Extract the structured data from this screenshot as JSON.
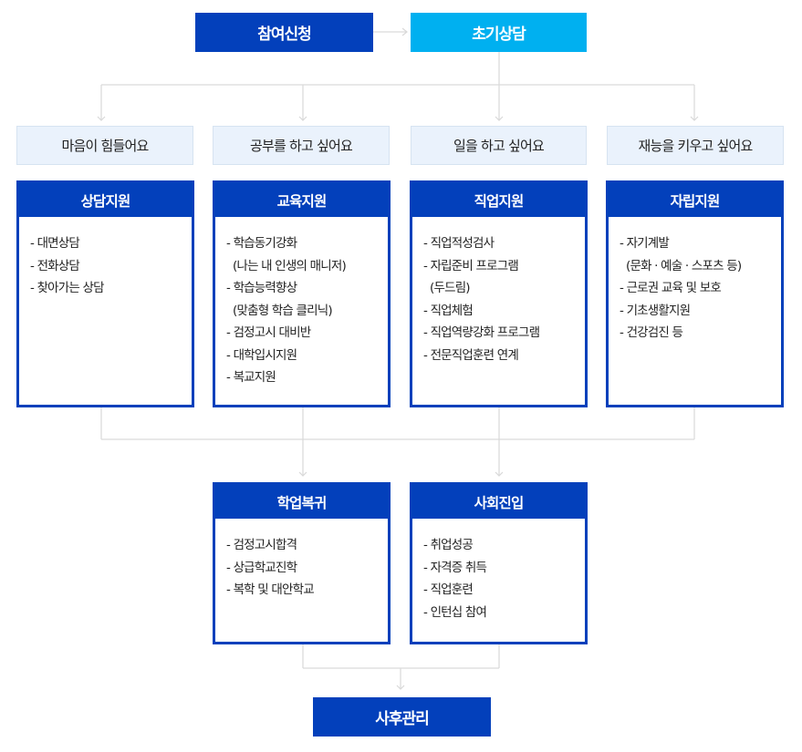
{
  "top": {
    "apply": "참여신청",
    "initial": "초기상담"
  },
  "needs": [
    "마음이 힘들어요",
    "공부를 하고 싶어요",
    "일을 하고 싶어요",
    "재능을 키우고 싶어요"
  ],
  "supports": [
    {
      "title": "상담지원",
      "items": [
        "- 대면상담",
        "- 전화상담",
        "- 찾아가는 상담"
      ]
    },
    {
      "title": "교육지원",
      "items": [
        "- 학습동기강화",
        "  (나는 내 인생의 매니저)",
        "- 학습능력향상",
        "  (맞춤형 학습 클리닉)",
        "- 검정고시 대비반",
        "- 대학입시지원",
        "- 복교지원"
      ]
    },
    {
      "title": "직업지원",
      "items": [
        "- 직업적성검사",
        "- 자립준비 프로그램",
        "  (두드림)",
        "- 직업체험",
        "- 직업역량강화 프로그램",
        "- 전문직업훈련 연계"
      ]
    },
    {
      "title": "자립지원",
      "items": [
        "- 자기계발",
        "  (문화 · 예술 · 스포츠 등)",
        "- 근로권 교육 및 보호",
        "- 기초생활지원",
        "- 건강검진 등"
      ]
    }
  ],
  "outcomes": [
    {
      "title": "학업복귀",
      "items": [
        "- 검정고시합격",
        "- 상급학교진학",
        "- 복학 및 대안학교"
      ]
    },
    {
      "title": "사회진입",
      "items": [
        "- 취업성공",
        "- 자격증 취득",
        "- 직업훈련",
        "- 인턴십 참여"
      ]
    }
  ],
  "final": "사후관리",
  "colors": {
    "primary": "#0340bb",
    "secondary": "#00b0f0",
    "need_bg": "#eaf2fc",
    "line": "#d9d9d9"
  }
}
